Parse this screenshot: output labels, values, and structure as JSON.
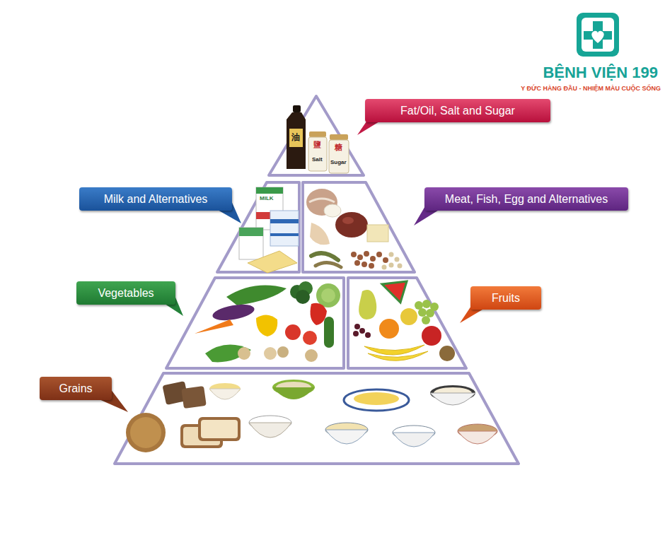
{
  "diagram": {
    "nodes": [
      {
        "text": [
          "Fat/Oil, Salt and Sugar"
        ]
      },
      {
        "text": [
          "Milk and Alternatives"
        ]
      },
      {
        "text": [
          "Meat, Fish, Egg and Alternatives"
        ]
      },
      {
        "text": [
          "Vegetables"
        ]
      },
      {
        "text": [
          "Fruits"
        ]
      },
      {
        "text": [
          "Grains"
        ]
      }
    ],
    "labels": [
      "BỆNH VIỆN 199",
      "Y ĐỨC HÀNG ĐẦU - NHIỆM MÀU CUỘC SỐNG",
      "油",
      "鹽",
      "Salt",
      "糖",
      "Sugar",
      "MILK"
    ]
  }
}
